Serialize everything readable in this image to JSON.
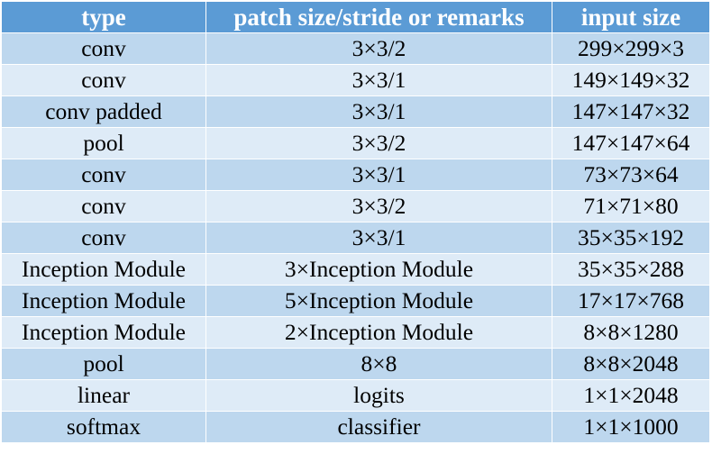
{
  "table": {
    "headers": [
      "type",
      "patch size/stride or remarks",
      "input size"
    ],
    "rows": [
      [
        "conv",
        "3×3/2",
        "299×299×3"
      ],
      [
        "conv",
        "3×3/1",
        "149×149×32"
      ],
      [
        "conv padded",
        "3×3/1",
        "147×147×32"
      ],
      [
        "pool",
        "3×3/2",
        "147×147×64"
      ],
      [
        "conv",
        "3×3/1",
        "73×73×64"
      ],
      [
        "conv",
        "3×3/2",
        "71×71×80"
      ],
      [
        "conv",
        "3×3/1",
        "35×35×192"
      ],
      [
        "Inception Module",
        "3×Inception Module",
        "35×35×288"
      ],
      [
        "Inception Module",
        "5×Inception Module",
        "17×17×768"
      ],
      [
        "Inception Module",
        "2×Inception Module",
        "8×8×1280"
      ],
      [
        "pool",
        "8×8",
        "8×8×2048"
      ],
      [
        "linear",
        "logits",
        "1×1×2048"
      ],
      [
        "softmax",
        "classifier",
        "1×1×1000"
      ]
    ]
  },
  "colors": {
    "header_bg": "#5b9bd5",
    "header_text": "#ffffff",
    "row_odd_bg": "#bdd7ee",
    "row_even_bg": "#deebf7",
    "border": "#ffffff"
  }
}
